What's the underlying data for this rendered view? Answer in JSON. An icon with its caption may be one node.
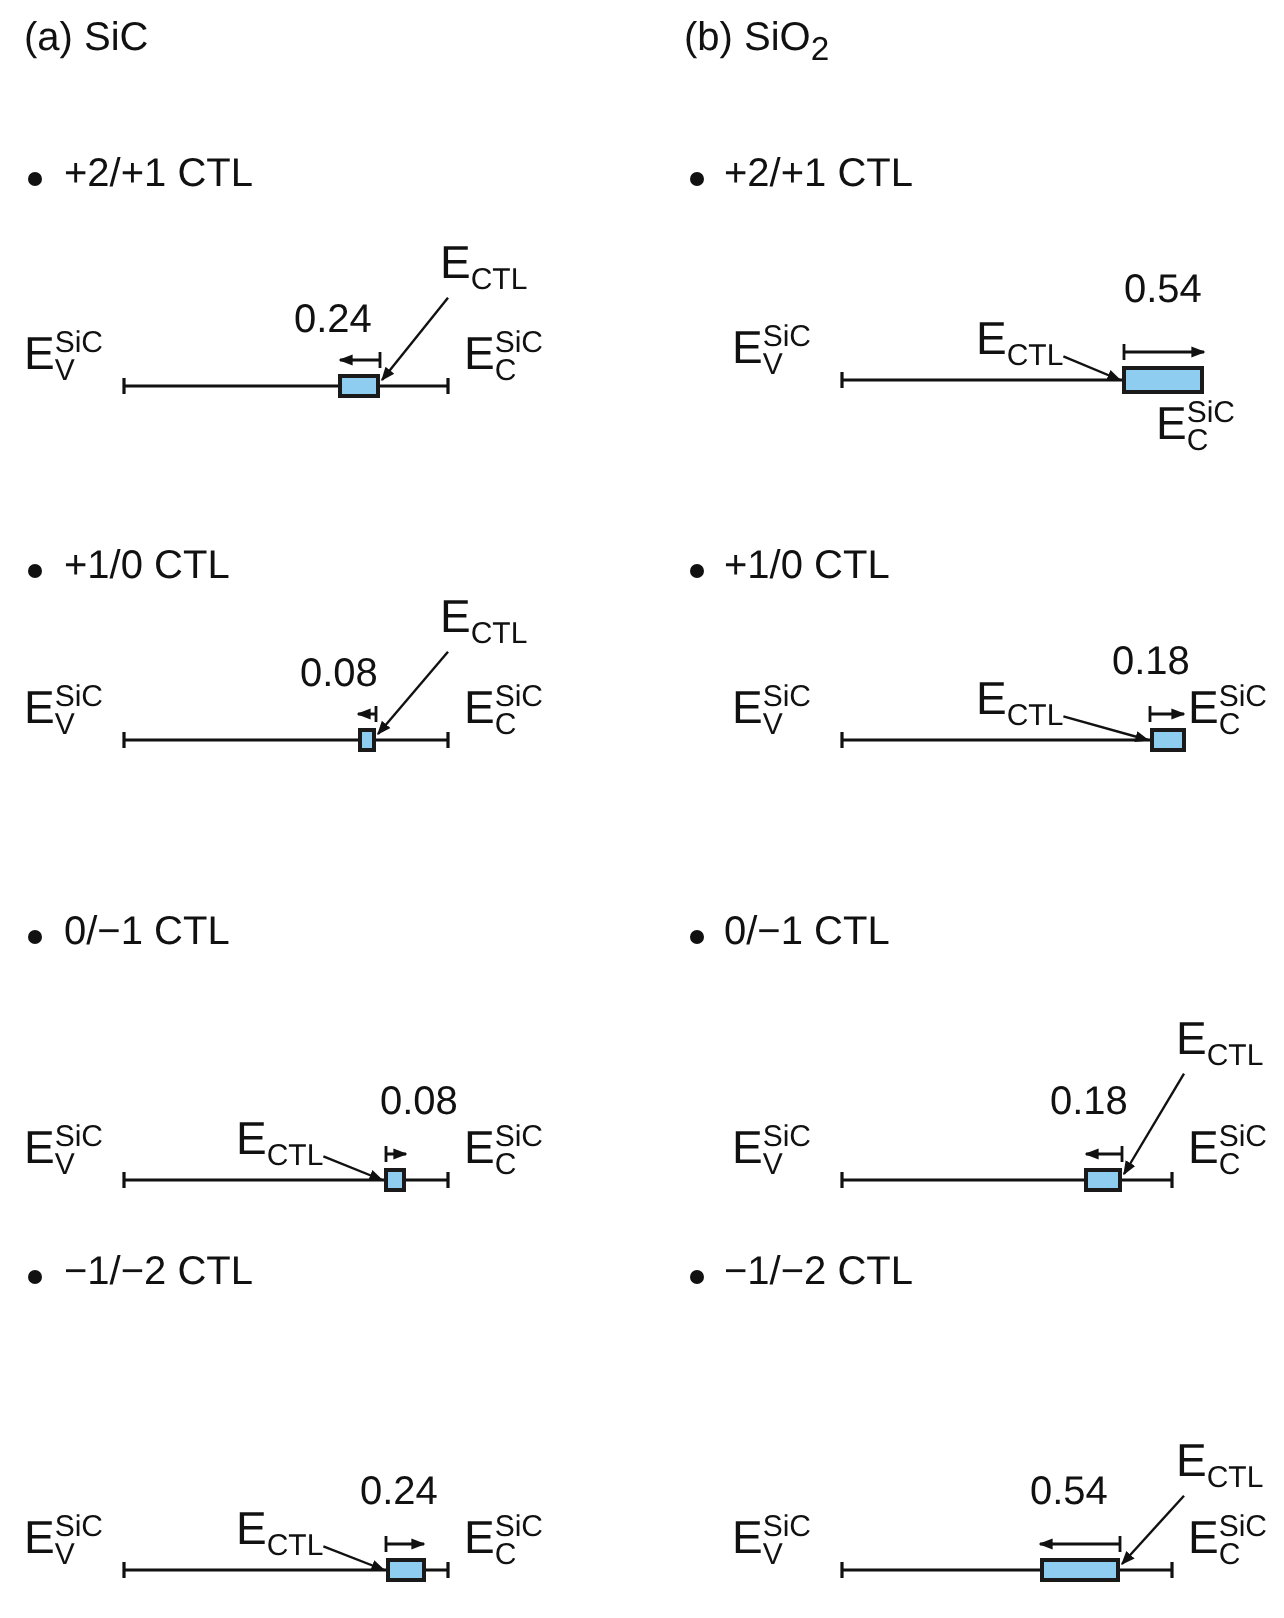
{
  "diagram": {
    "nodes": [
      {
        "text": [
          "E$_{CTL}$"
        ]
      },
      {
        "text": [],
        "shape": "box",
        "beside": [
          "0.24"
        ]
      },
      {
        "text": [
          "E$_{CTL}$"
        ]
      },
      {
        "text": [],
        "shape": "box",
        "beside": [
          "0.08"
        ]
      },
      {
        "text": [
          "E$_{CTL}$"
        ]
      },
      {
        "text": [],
        "shape": "box",
        "beside": [
          "0.08"
        ]
      },
      {
        "text": [
          "E$_{CTL}$"
        ]
      },
      {
        "text": [],
        "shape": "box",
        "beside": [
          "0.24"
        ]
      },
      {
        "text": [
          "E$_{CTL}$"
        ]
      },
      {
        "text": [],
        "shape": "box",
        "beside": [
          "0.54"
        ]
      },
      {
        "text": [
          "E$_{CTL}$"
        ]
      },
      {
        "text": [],
        "shape": "box",
        "beside": [
          "0.18"
        ]
      },
      {
        "text": [
          "E$_{CTL}$"
        ]
      },
      {
        "text": [],
        "shape": "box",
        "beside": [
          "0.18"
        ]
      },
      {
        "text": [
          "E$_{CTL}$"
        ]
      },
      {
        "text": [],
        "shape": "box",
        "beside": [
          "0.54"
        ]
      }
    ],
    "edges": [
      {
        "from": 0,
        "to": 1,
        "arrow": "to"
      },
      {
        "from": 2,
        "to": 3,
        "arrow": "to"
      },
      {
        "from": 4,
        "to": 5,
        "arrow": "to"
      },
      {
        "from": 6,
        "to": 7,
        "arrow": "to"
      },
      {
        "from": 8,
        "to": 9,
        "arrow": "to"
      },
      {
        "from": 10,
        "to": 11,
        "arrow": "to"
      },
      {
        "from": 12,
        "to": 13,
        "arrow": "to"
      },
      {
        "from": 14,
        "to": 15,
        "arrow": "to"
      }
    ],
    "labels": [
      "(a) SiC",
      "(b) SiO$_{2}$",
      "+2/+1 CTL",
      "E$_{V}$$^{SiC}$",
      "E$_{C}$$^{SiC}$",
      "+1/0 CTL",
      "E$_{V}$$^{SiC}$",
      "E$_{C}$$^{SiC}$",
      "0/−1 CTL",
      "E$_{V}$$^{SiC}$",
      "E$_{C}$$^{SiC}$",
      "−1/−2 CTL",
      "E$_{V}$$^{SiC}$",
      "E$_{C}$$^{SiC}$",
      "+2/+1 CTL",
      "E$_{V}$$^{SiC}$",
      "E$_{C}$$^{SiC}$",
      "+1/0 CTL",
      "E$_{V}$$^{SiC}$",
      "E$_{C}$$^{SiC}$",
      "0/−1 CTL",
      "E$_{V}$$^{SiC}$",
      "E$_{C}$$^{SiC}$",
      "−1/−2 CTL",
      "E$_{V}$$^{SiC}$",
      "E$_{C}$$^{SiC}$"
    ]
  }
}
